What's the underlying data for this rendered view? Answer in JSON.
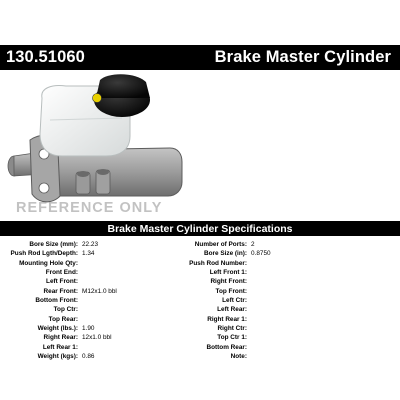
{
  "header": {
    "part_number": "130.51060",
    "title": "Brake Master Cylinder"
  },
  "watermark": "REFERENCE ONLY",
  "colors": {
    "bar_background": "#000000",
    "bar_text": "#ffffff",
    "cylinder_body": "#9a9a9a",
    "reservoir": "#f2f4f4",
    "cap": "#111111",
    "cap_label": "#e8d000"
  },
  "specs": {
    "title": "Brake Master Cylinder Specifications",
    "rows": [
      {
        "left_label": "Bore Size (mm):",
        "left_value": "22.23",
        "right_label": "Number of Ports:",
        "right_value": "2"
      },
      {
        "left_label": "Push Rod Lgth/Depth:",
        "left_value": "1.34",
        "right_label": "Bore Size (in):",
        "right_value": "0.8750"
      },
      {
        "left_label": "Mounting Hole Qty:",
        "left_value": "",
        "right_label": "Push Rod Number:",
        "right_value": ""
      },
      {
        "left_label": "Front End:",
        "left_value": "",
        "right_label": "Left Front 1:",
        "right_value": ""
      },
      {
        "left_label": "Left Front:",
        "left_value": "",
        "right_label": "Right Front:",
        "right_value": ""
      },
      {
        "left_label": "Rear Front:",
        "left_value": "M12x1.0 bbl",
        "right_label": "Top Front:",
        "right_value": ""
      },
      {
        "left_label": "Bottom Front:",
        "left_value": "",
        "right_label": "Left Ctr:",
        "right_value": ""
      },
      {
        "left_label": "Top Ctr:",
        "left_value": "",
        "right_label": "Left Rear:",
        "right_value": ""
      },
      {
        "left_label": "Top Rear:",
        "left_value": "",
        "right_label": "Right Rear 1:",
        "right_value": ""
      },
      {
        "left_label": "Weight (lbs.):",
        "left_value": "1.90",
        "right_label": "Right Ctr:",
        "right_value": ""
      },
      {
        "left_label": "Right Rear:",
        "left_value": "12x1.0 bbl",
        "right_label": "Top Ctr 1:",
        "right_value": ""
      },
      {
        "left_label": "Left Rear 1:",
        "left_value": "",
        "right_label": "Bottom Rear:",
        "right_value": ""
      },
      {
        "left_label": "Weight (kgs):",
        "left_value": "0.86",
        "right_label": "Note:",
        "right_value": ""
      }
    ]
  }
}
